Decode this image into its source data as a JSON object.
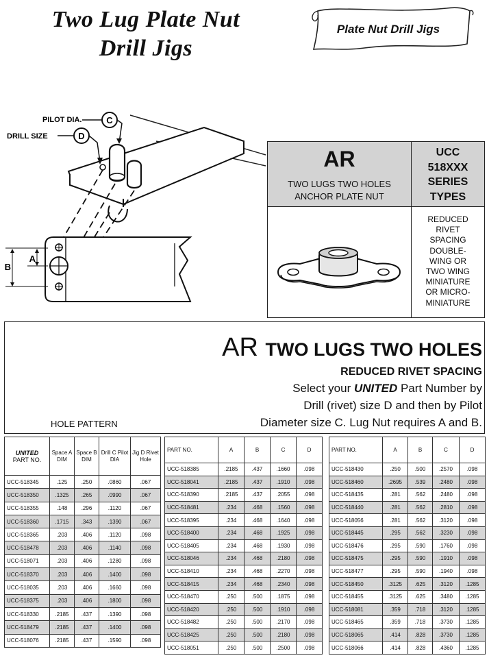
{
  "title": {
    "line1": "Two Lug Plate Nut",
    "line2": "Drill Jigs"
  },
  "banner": "Plate Nut Drill Jigs",
  "diagram": {
    "pilot_label": "PILOT DIA.",
    "pilot_letter": "C",
    "drill_label": "DRILL SIZE",
    "drill_letter": "D",
    "dim_a": "A",
    "dim_b": "B"
  },
  "ar_panel": {
    "code": "AR",
    "desc_line1": "TWO LUGS TWO HOLES",
    "desc_line2": "ANCHOR PLATE NUT",
    "ucc_line1": "UCC",
    "ucc_line2": "518XXX",
    "ucc_line3": "SERIES",
    "ucc_line4": "TYPES",
    "features": [
      "REDUCED",
      "RIVET",
      "SPACING",
      "DOUBLE-",
      "WING  OR",
      "TWO WING",
      "MINIATURE",
      "OR MICRO-",
      "MINIATURE"
    ]
  },
  "heading": {
    "code": "AR",
    "text": "TWO LUGS TWO HOLES",
    "subtitle": "REDUCED RIVET SPACING",
    "instr1_a": "Select your ",
    "instr1_b": "UNITED",
    "instr1_c": " Part Number by",
    "instr2": "Drill (rivet) size D and then by Pilot",
    "instr3": "Diameter size C.  Lug Nut requires A and B.",
    "hole_pattern": "HOLE PATTERN"
  },
  "table1": {
    "headers": {
      "united": "UNITED",
      "part_no": "PART NO.",
      "space_a": "Space A DIM",
      "space_b": "Space B DIM",
      "drill_c": "Drill C Pilot DIA",
      "jig_d": "Jig D Rivet Hole"
    },
    "rows": [
      [
        "UCC-518345",
        ".125",
        ".250",
        ".0860",
        ".067"
      ],
      [
        "UCC-518350",
        ".1325",
        ".265",
        ".0990",
        ".067"
      ],
      [
        "UCC-518355",
        ".148",
        ".296",
        ".1120",
        ".067"
      ],
      [
        "UCC-518360",
        ".1715",
        ".343",
        ".1390",
        ".067"
      ],
      [
        "UCC-518365",
        ".203",
        ".406",
        ".1120",
        ".098"
      ],
      [
        "UCC-518478",
        ".203",
        ".406",
        ".1140",
        ".098"
      ],
      [
        "UCC-518071",
        ".203",
        ".406",
        ".1280",
        ".098"
      ],
      [
        "UCC-518370",
        ".203",
        ".406",
        ".1400",
        ".098"
      ],
      [
        "UCC-518035",
        ".203",
        ".406",
        ".1660",
        ".098"
      ],
      [
        "UCC-518375",
        ".203",
        ".406",
        ".1800",
        ".098"
      ],
      [
        "UCC-518330",
        ".2185",
        ".437",
        ".1390",
        ".098"
      ],
      [
        "UCC-518479",
        ".2185",
        ".437",
        ".1400",
        ".098"
      ],
      [
        "UCC-518076",
        ".2185",
        ".437",
        ".1590",
        ".098"
      ]
    ]
  },
  "table2": {
    "headers": [
      "PART NO.",
      "A",
      "B",
      "C",
      "D"
    ],
    "rows": [
      [
        "UCC-518385",
        ".2185",
        ".437",
        ".1660",
        ".098"
      ],
      [
        "UCC-518041",
        ".2185",
        ".437",
        ".1910",
        ".098"
      ],
      [
        "UCC-518390",
        ".2185",
        ".437",
        ".2055",
        ".098"
      ],
      [
        "UCC-518481",
        ".234",
        ".468",
        ".1560",
        ".098"
      ],
      [
        "UCC-518395",
        ".234",
        ".468",
        ".1640",
        ".098"
      ],
      [
        "UCC-518400",
        ".234",
        ".468",
        ".1925",
        ".098"
      ],
      [
        "UCC-518405",
        ".234",
        ".468",
        ".1930",
        ".098"
      ],
      [
        "UCC-518046",
        ".234",
        ".468",
        ".2180",
        ".098"
      ],
      [
        "UCC-518410",
        ".234",
        ".468",
        ".2270",
        ".098"
      ],
      [
        "UCC-518415",
        ".234",
        ".468",
        ".2340",
        ".098"
      ],
      [
        "UCC-518470",
        ".250",
        ".500",
        ".1875",
        ".098"
      ],
      [
        "UCC-518420",
        ".250",
        ".500",
        ".1910",
        ".098"
      ],
      [
        "UCC-518482",
        ".250",
        ".500",
        ".2170",
        ".098"
      ],
      [
        "UCC-518425",
        ".250",
        ".500",
        ".2180",
        ".098"
      ],
      [
        "UCC-518051",
        ".250",
        ".500",
        ".2500",
        ".098"
      ]
    ]
  },
  "table3": {
    "headers": [
      "PART NO.",
      "A",
      "B",
      "C",
      "D"
    ],
    "rows": [
      [
        "UCC-518430",
        ".250",
        ".500",
        ".2570",
        ".098"
      ],
      [
        "UCC-518460",
        ".2695",
        ".539",
        ".2480",
        ".098"
      ],
      [
        "UCC-518435",
        ".281",
        ".562",
        ".2480",
        ".098"
      ],
      [
        "UCC-518440",
        ".281",
        ".562",
        ".2810",
        ".098"
      ],
      [
        "UCC-518056",
        ".281",
        ".562",
        ".3120",
        ".098"
      ],
      [
        "UCC-518445",
        ".295",
        ".562",
        ".3230",
        ".098"
      ],
      [
        "UCC-518476",
        ".295",
        ".590",
        ".1760",
        ".098"
      ],
      [
        "UCC-518475",
        ".295",
        ".590",
        ".1910",
        ".098"
      ],
      [
        "UCC-518477",
        ".295",
        ".590",
        ".1940",
        ".098"
      ],
      [
        "UCC-518450",
        ".3125",
        ".625",
        ".3120",
        ".1285"
      ],
      [
        "UCC-518455",
        ".3125",
        ".625",
        ".3480",
        ".1285"
      ],
      [
        "UCC-518081",
        ".359",
        ".718",
        ".3120",
        ".1285"
      ],
      [
        "UCC-518465",
        ".359",
        ".718",
        ".3730",
        ".1285"
      ],
      [
        "UCC-518065",
        ".414",
        ".828",
        ".3730",
        ".1285"
      ],
      [
        "UCC-518066",
        ".414",
        ".828",
        ".4360",
        ".1285"
      ]
    ]
  }
}
